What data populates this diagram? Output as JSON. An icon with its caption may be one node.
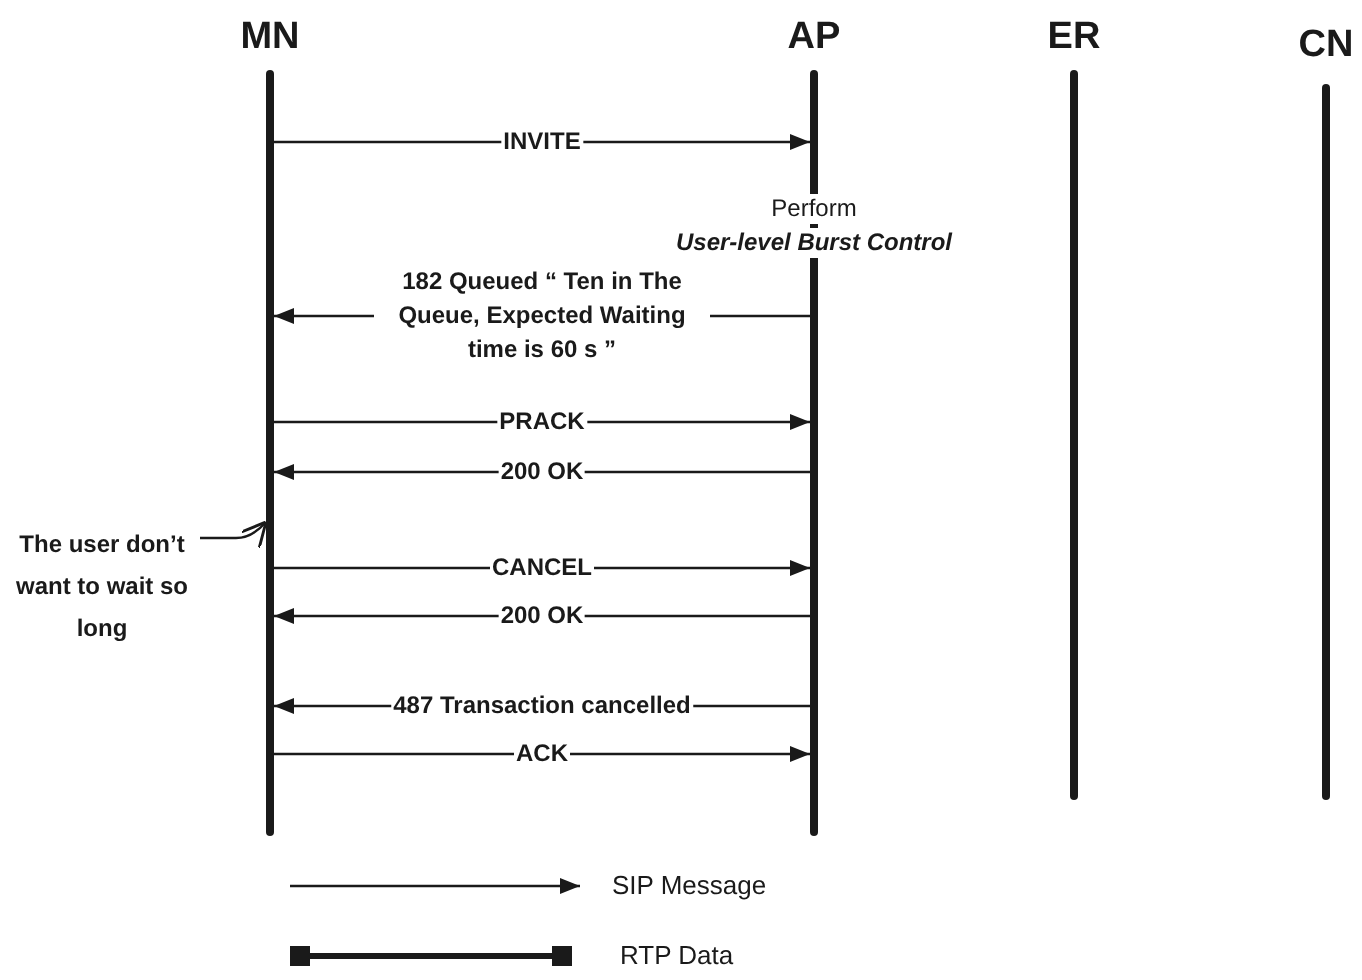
{
  "diagram": {
    "nodes": [
      {
        "text": [
          "MN"
        ]
      },
      {
        "text": [
          "AP"
        ]
      },
      {
        "text": [
          "ER"
        ]
      },
      {
        "text": [
          "CN"
        ]
      },
      {
        "text": [
          "The user don’t want to wait so long"
        ]
      }
    ],
    "edges": [
      {
        "from": 0,
        "to": 1,
        "arrow": "to",
        "label": "INVITE"
      },
      {
        "from": 1,
        "to": 0,
        "arrow": "to",
        "label": "182 Queued “ Ten in The Queue, Expected Waiting time is 60 s ”"
      },
      {
        "from": 0,
        "to": 1,
        "arrow": "to",
        "label": "PRACK"
      },
      {
        "from": 1,
        "to": 0,
        "arrow": "to",
        "label": "200 OK"
      },
      {
        "from": 4,
        "to": 0,
        "arrow": "to"
      },
      {
        "from": 0,
        "to": 1,
        "arrow": "to",
        "label": "CANCEL"
      },
      {
        "from": 1,
        "to": 0,
        "arrow": "to",
        "label": "200 OK"
      },
      {
        "from": 1,
        "to": 0,
        "arrow": "to",
        "label": "487 Transaction cancelled"
      },
      {
        "from": 0,
        "to": 1,
        "arrow": "to",
        "label": "ACK"
      }
    ],
    "labels": [
      "Perform",
      "User-level Burst Control"
    ],
    "legend": [
      {
        "text": "SIP Message"
      },
      {
        "text": "RTP Data"
      }
    ]
  }
}
